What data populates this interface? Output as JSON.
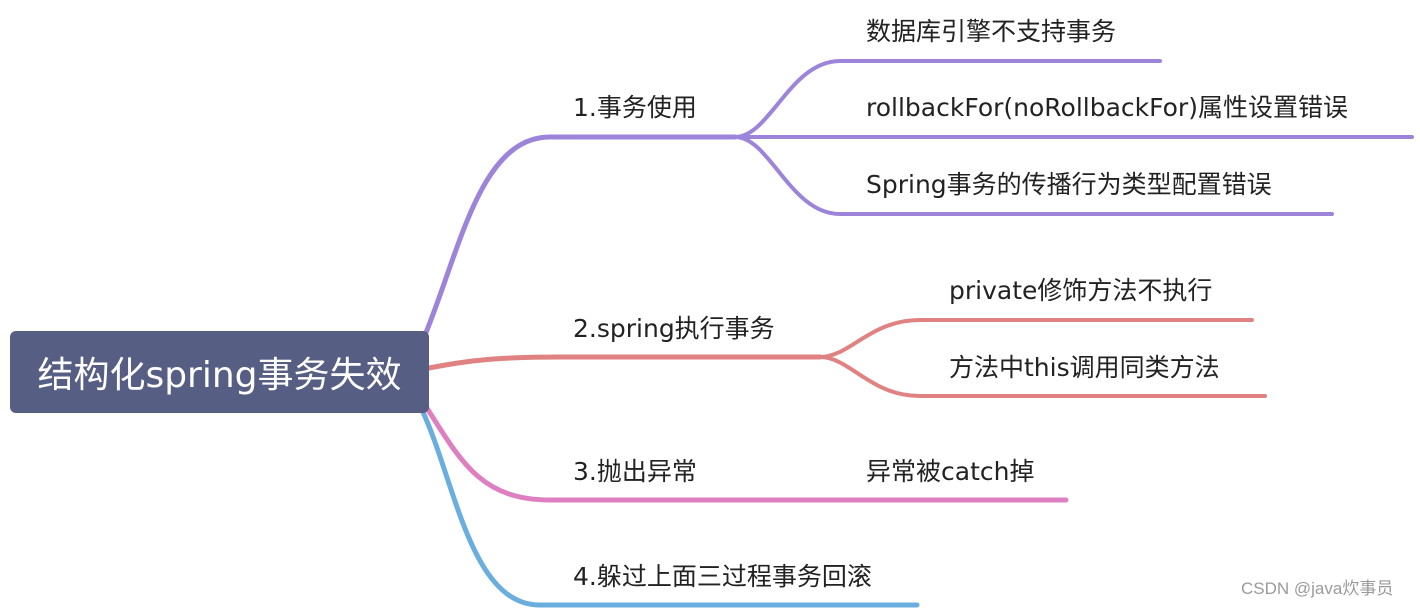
{
  "root": {
    "label": "结构化spring事务失效",
    "color": "#575e84"
  },
  "branches": [
    {
      "label": "1.事务使用",
      "color": "#9b84d9",
      "children": [
        "数据库引擎不支持事务",
        "rollbackFor(noRollbackFor)属性设置错误",
        "Spring事务的传播行为类型配置错误"
      ]
    },
    {
      "label": "2.spring执行事务",
      "color": "#e08282",
      "children": [
        "private修饰方法不执行",
        "方法中this调用同类方法"
      ]
    },
    {
      "label": "3.抛出异常",
      "color": "#de7fc2",
      "children": [
        "异常被catch掉"
      ]
    },
    {
      "label": "4.躲过上面三过程事务回滚",
      "color": "#6aaedf",
      "children": []
    }
  ],
  "watermark": "CSDN @java炊事员"
}
